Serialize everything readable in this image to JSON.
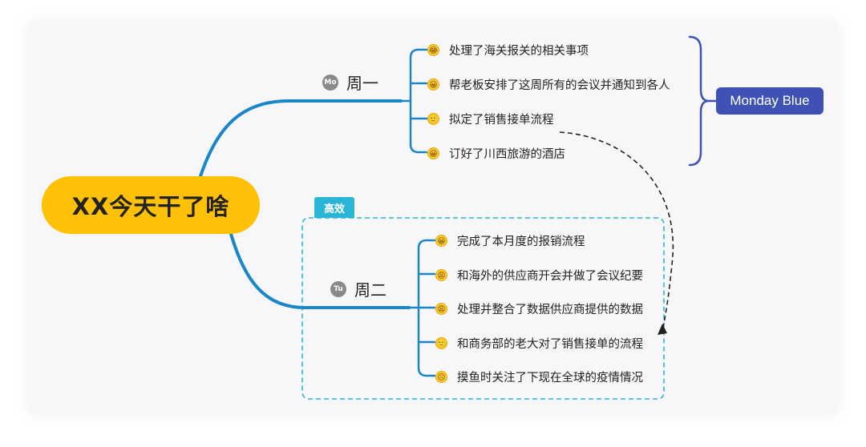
{
  "root": {
    "label": "XX今天干了啥"
  },
  "branches": [
    {
      "label": "周一",
      "badge": "Mo",
      "items": [
        {
          "emoji": "cry-laugh-emoji",
          "glyph": "😂",
          "text": "处理了海关报关的相关事项"
        },
        {
          "emoji": "grin-emoji",
          "glyph": "😀",
          "text": "帮老板安排了这周所有的会议并通知到各人"
        },
        {
          "emoji": "smile-emoji",
          "glyph": "🙂",
          "text": "拟定了销售接单流程"
        },
        {
          "emoji": "grin-emoji",
          "glyph": "😀",
          "text": "订好了川西旅游的酒店"
        }
      ]
    },
    {
      "label": "周二",
      "badge": "Tu",
      "boundary_label": "高效",
      "items": [
        {
          "emoji": "grin-emoji",
          "glyph": "😀",
          "text": "完成了本月度的报销流程"
        },
        {
          "emoji": "tired-emoji",
          "glyph": "😩",
          "text": "和海外的供应商开会并做了会议纪要"
        },
        {
          "emoji": "tired-emoji",
          "glyph": "😩",
          "text": "处理并整合了数据供应商提供的数据"
        },
        {
          "emoji": "frown-emoji",
          "glyph": "🙁",
          "text": "和商务部的老大对了销售接单的流程"
        },
        {
          "emoji": "neutral-emoji",
          "glyph": "😐",
          "text": "摸鱼时关注了下现在全球的疫情情况"
        }
      ]
    }
  ],
  "summary": {
    "label": "Monday Blue"
  },
  "colors": {
    "root_fill": "#ffc107",
    "branch_line": "#1a86c8",
    "summary_fill": "#3f51b5",
    "boundary": "#29b6d6",
    "relationship": "#222222"
  }
}
